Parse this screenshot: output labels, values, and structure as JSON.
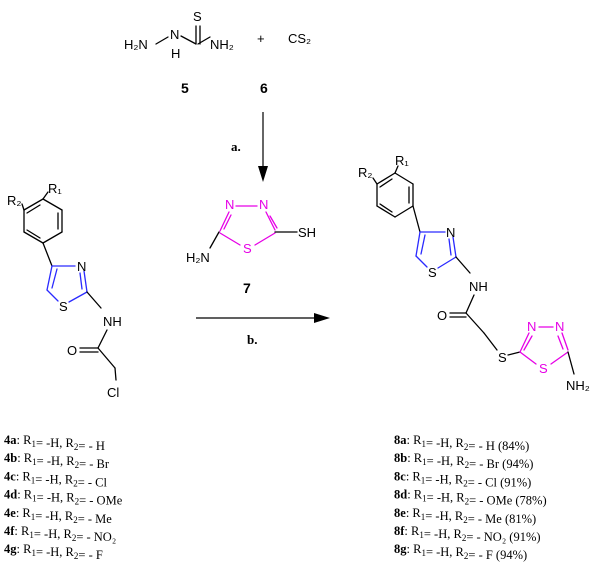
{
  "colors": {
    "magenta": "#e600e6",
    "blue": "#2a2aff",
    "black": "#000000"
  },
  "labels": {
    "h2n": "H₂N",
    "n": "N",
    "h": "H",
    "s_thio": "S",
    "nh2": "NH₂",
    "plus": "+",
    "cs2": "CS₂",
    "n5": "5",
    "n6": "6",
    "step_a": "a.",
    "step_b": "b.",
    "n7": "7",
    "r1": "R₁",
    "r2": "R₂",
    "s": "S",
    "nh": "NH",
    "o": "O",
    "cl": "Cl",
    "sh": "SH"
  },
  "left_list": [
    {
      "id": "4a",
      "r1": "-H",
      "r2": "- H",
      "pre": "R",
      "post": ""
    },
    {
      "id": "4b",
      "r1": "-H",
      "r2": "- Br"
    },
    {
      "id": "4c",
      "r1": "-H",
      "r2": "- Cl"
    },
    {
      "id": "4d",
      "r1": "-H",
      "r2": "- OMe"
    },
    {
      "id": "4e",
      "r1": "-H",
      "r2": "- Me"
    },
    {
      "id": "4f",
      "r1": "-H",
      "r2": "- NO₂"
    },
    {
      "id": "4g",
      "r1": "-H",
      "r2": "- F"
    }
  ],
  "right_list": [
    {
      "id": "8a",
      "r1": "-H",
      "r2": "- H",
      "yield": "(84%)"
    },
    {
      "id": "8b",
      "r1": "-H",
      "r2": "- Br",
      "yield": "(94%)"
    },
    {
      "id": "8c",
      "r1": "-H",
      "r2": "- Cl",
      "yield": "(91%)"
    },
    {
      "id": "8d",
      "r1": "-H",
      "r2": "- OMe",
      "yield": "(78%)"
    },
    {
      "id": "8e",
      "r1": "-H",
      "r2": "- Me",
      "yield": "(81%)"
    },
    {
      "id": "8f",
      "r1": "-H",
      "r2": "- NO₂",
      "yield": "(91%)"
    },
    {
      "id": "8g",
      "r1": "-H",
      "r2": "- F",
      "yield": "(94%)"
    }
  ]
}
